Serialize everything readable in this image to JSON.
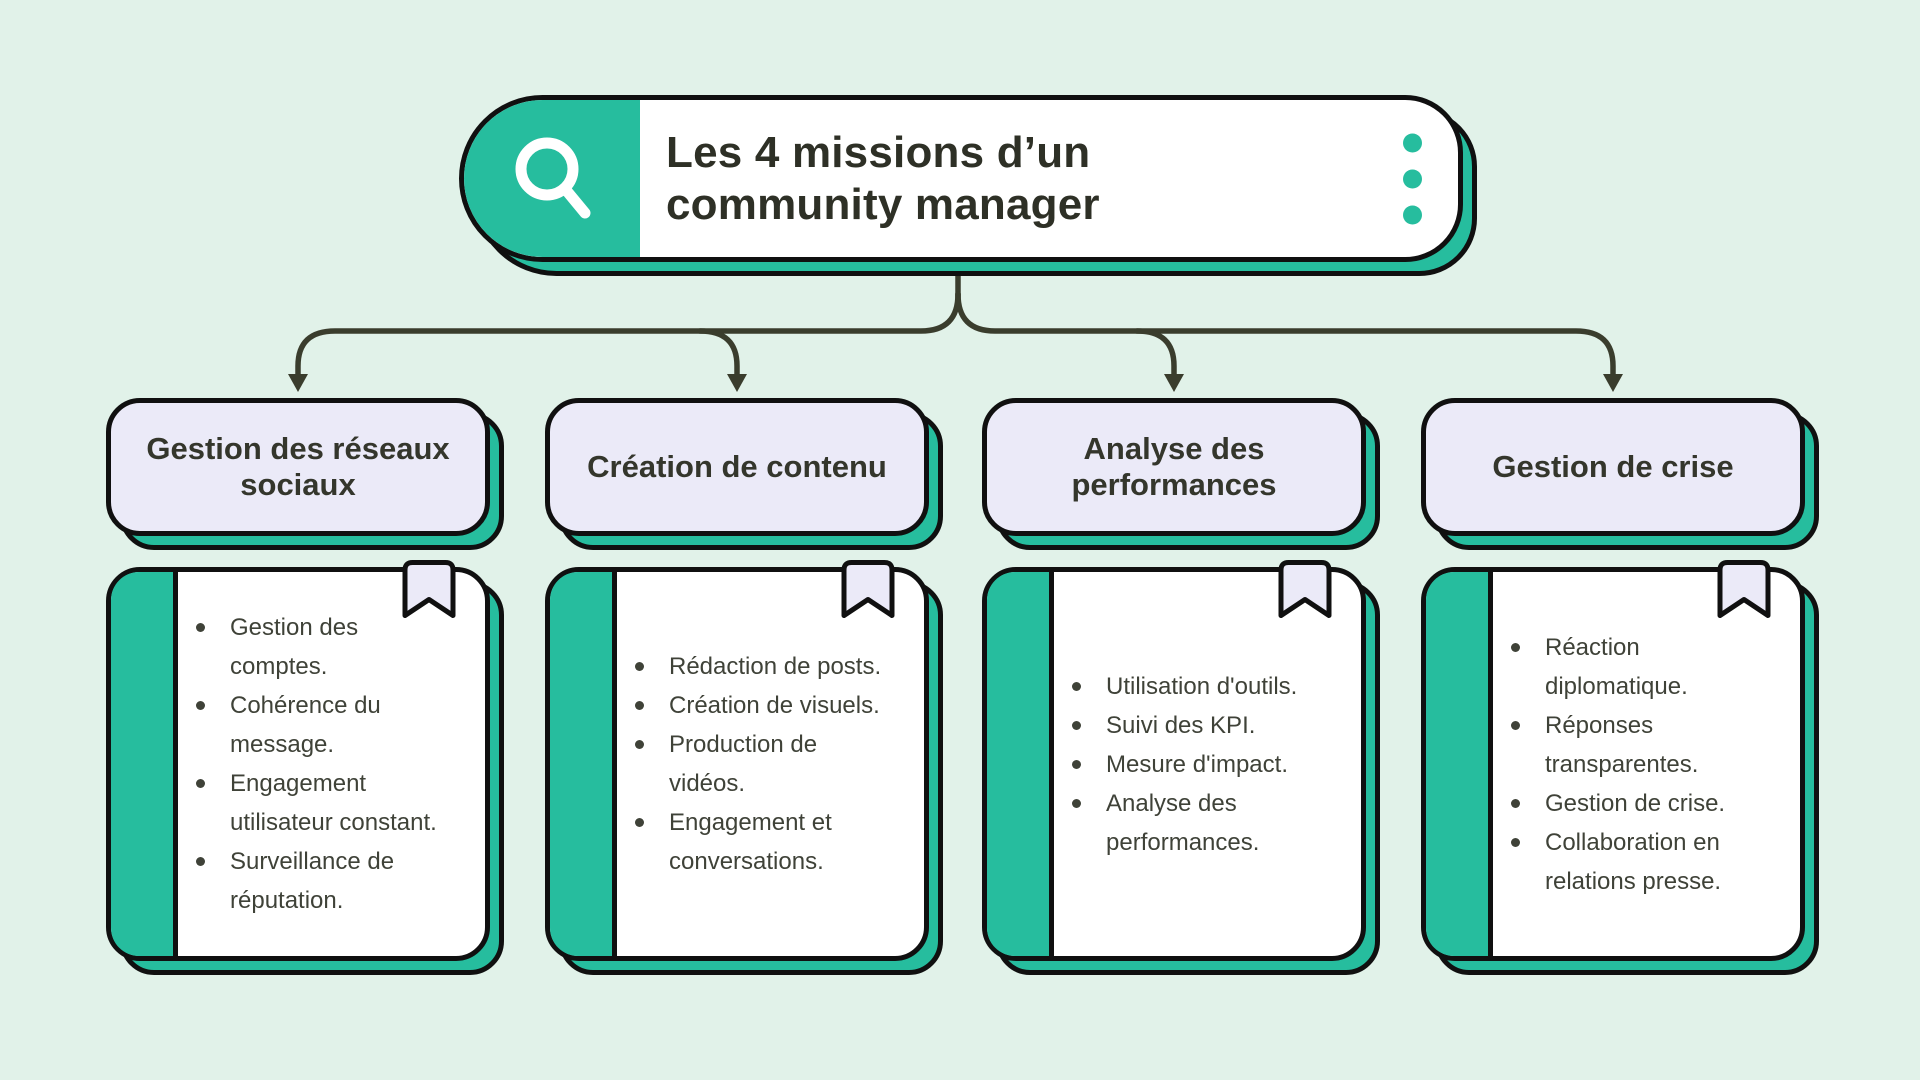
{
  "header": {
    "title": "Les 4 missions d’un community manager",
    "left_icon": "search-icon",
    "right_icon": "kebab-menu-icon"
  },
  "branches": [
    {
      "label": "Gestion des réseaux sociaux",
      "items": [
        "Gestion des comptes.",
        "Cohérence du message.",
        "Engagement utilisateur constant.",
        "Surveillance de réputation."
      ]
    },
    {
      "label": "Création de contenu",
      "items": [
        "Rédaction de posts.",
        "Création de visuels.",
        "Production de vidéos.",
        "Engagement et conversations."
      ]
    },
    {
      "label": "Analyse des performances",
      "items": [
        "Utilisation d'outils.",
        "Suivi des KPI.",
        "Mesure d'impact.",
        "Analyse des performances."
      ]
    },
    {
      "label": "Gestion de crise",
      "items": [
        "Réaction diplomatique.",
        "Réponses transparentes.",
        "Gestion de crise.",
        "Collaboration en relations presse."
      ]
    }
  ],
  "icons": {
    "bookmark": "bookmark-icon"
  },
  "colors": {
    "background": "#E1F2E9",
    "teal_accent": "#26BD9E",
    "lavender": "#EBEAF8",
    "card_white": "#FFFFFF",
    "outline_black": "#101010",
    "connector": "#3A3D2D",
    "body_text": "#3F4238",
    "heading_text": "#34362C",
    "title_text": "#2E3026"
  }
}
